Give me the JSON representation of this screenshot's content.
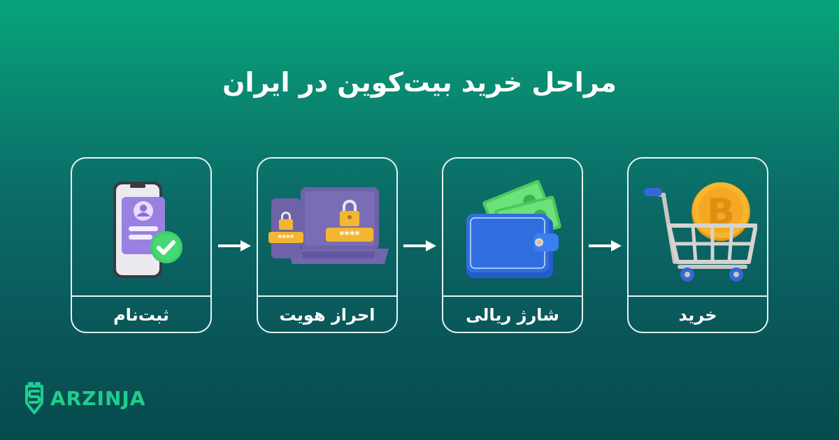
{
  "title": "مراحل خرید بیت‌کوین در ایران",
  "steps": [
    {
      "label": "ثبت‌نام",
      "icon": "phone-registration-icon"
    },
    {
      "label": "احراز هویت",
      "icon": "laptop-lock-icon"
    },
    {
      "label": "شارژ ریالی",
      "icon": "wallet-money-icon"
    },
    {
      "label": "خرید",
      "icon": "cart-bitcoin-icon"
    }
  ],
  "arrows": [
    "arrow-right-icon",
    "arrow-right-icon",
    "arrow-right-icon"
  ],
  "brand": {
    "name": "ARZINJA",
    "icon": "arzinja-shield-logo-icon"
  },
  "colors": {
    "background_top": "#08a47a",
    "background_bottom": "#064a4c",
    "card_border": "#e9f4f1",
    "text": "#ffffff",
    "brand_green": "#1fce8e",
    "purple": "#9a80e0",
    "check_green": "#3fcf6a",
    "gold": "#f2b632",
    "wallet_blue": "#2f6fe0",
    "cash_green": "#5fd86a"
  }
}
